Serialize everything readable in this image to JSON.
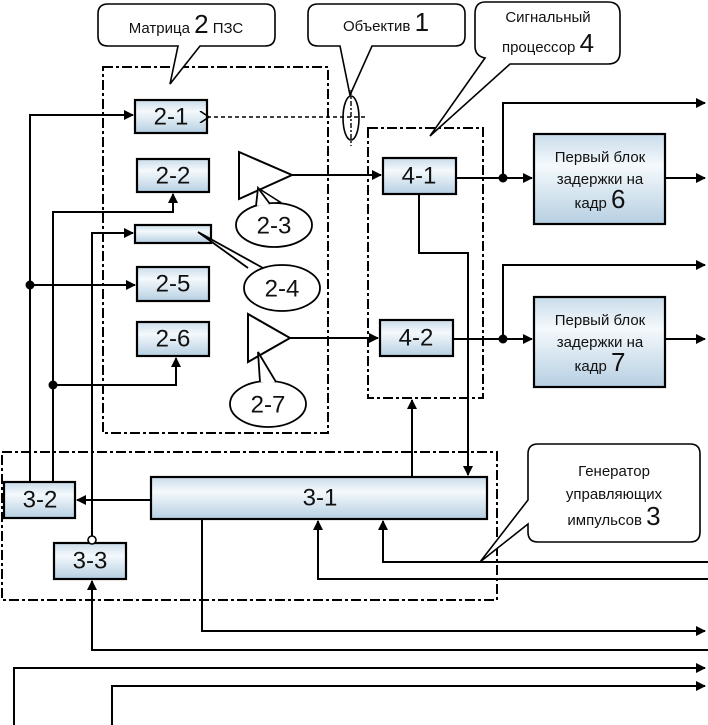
{
  "callouts": {
    "matrix": {
      "text": "Матрица ",
      "num": "2",
      "suffix": " ПЗС"
    },
    "lens": {
      "text": "Объектив ",
      "num": "1"
    },
    "processor": {
      "line1": "Сигнальный",
      "line2": "процессор ",
      "num": "4"
    },
    "generator": {
      "line1": "Генератор",
      "line2": "управляющих",
      "line3": "импульсов ",
      "num": "3"
    }
  },
  "blocks": {
    "b21": "2-1",
    "b22": "2-2",
    "b25": "2-5",
    "b26": "2-6",
    "b41": "4-1",
    "b42": "4-2",
    "b31": "3-1",
    "b32": "3-2",
    "b33": "3-3"
  },
  "ellipses": {
    "e23": "2-3",
    "e24": "2-4",
    "e27": "2-7"
  },
  "delay_blocks": [
    {
      "line1": "Первый блок",
      "line2": "задержки на",
      "line3": "кадр ",
      "num": "6"
    },
    {
      "line1": "Первый блок",
      "line2": "задержки на",
      "line3": "кадр ",
      "num": "7"
    }
  ],
  "colors": {
    "block_fill_top": "#f2f8fc",
    "block_fill_bottom": "#b9d3e6",
    "line": "#000000"
  }
}
